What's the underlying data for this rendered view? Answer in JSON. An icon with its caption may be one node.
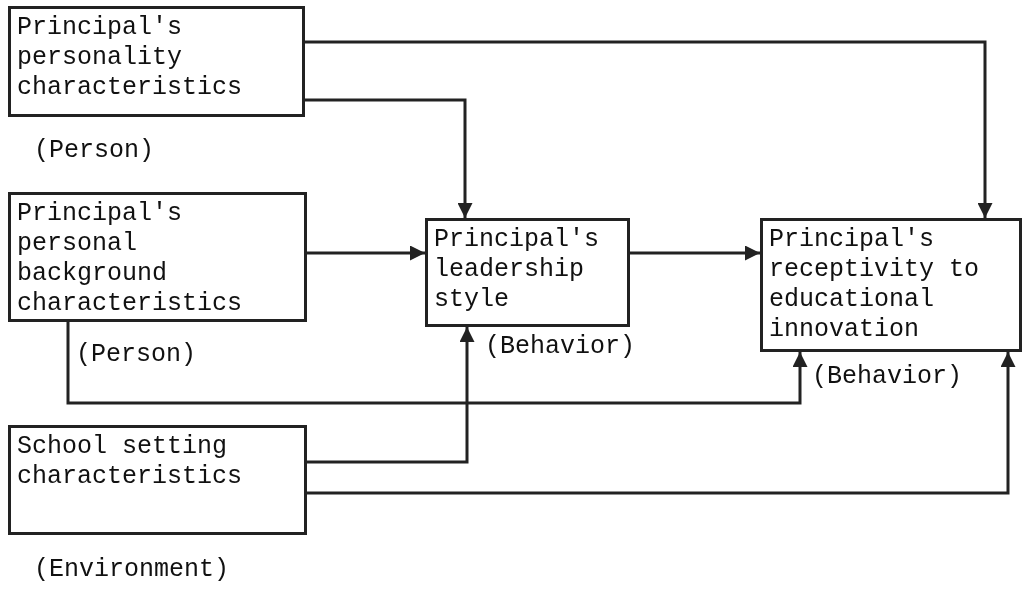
{
  "diagram": {
    "nodes": [
      {
        "text": [
          "Principal's personality characteristics"
        ],
        "beside": [
          "(Person)"
        ]
      },
      {
        "text": [
          "Principal's personal background characteristics"
        ],
        "beside": [
          "(Person)"
        ]
      },
      {
        "text": [
          "School setting characteristics"
        ],
        "beside": [
          "(Environment)"
        ]
      },
      {
        "text": [
          "Principal's leadership style"
        ],
        "beside": [
          "(Behavior)"
        ]
      },
      {
        "text": [
          "Principal's receptivity to educational innovation"
        ],
        "beside": [
          "(Behavior)"
        ]
      }
    ],
    "edges": [
      {
        "from": 0,
        "to": 4,
        "arrow": "to"
      },
      {
        "from": 0,
        "to": 3,
        "arrow": "to"
      },
      {
        "from": 1,
        "to": 3,
        "arrow": "to"
      },
      {
        "from": 3,
        "to": 4,
        "arrow": "to"
      },
      {
        "from": 1,
        "to": 4,
        "arrow": "to"
      },
      {
        "from": 2,
        "to": 3,
        "arrow": "to"
      },
      {
        "from": 2,
        "to": 4,
        "arrow": "to"
      }
    ]
  }
}
